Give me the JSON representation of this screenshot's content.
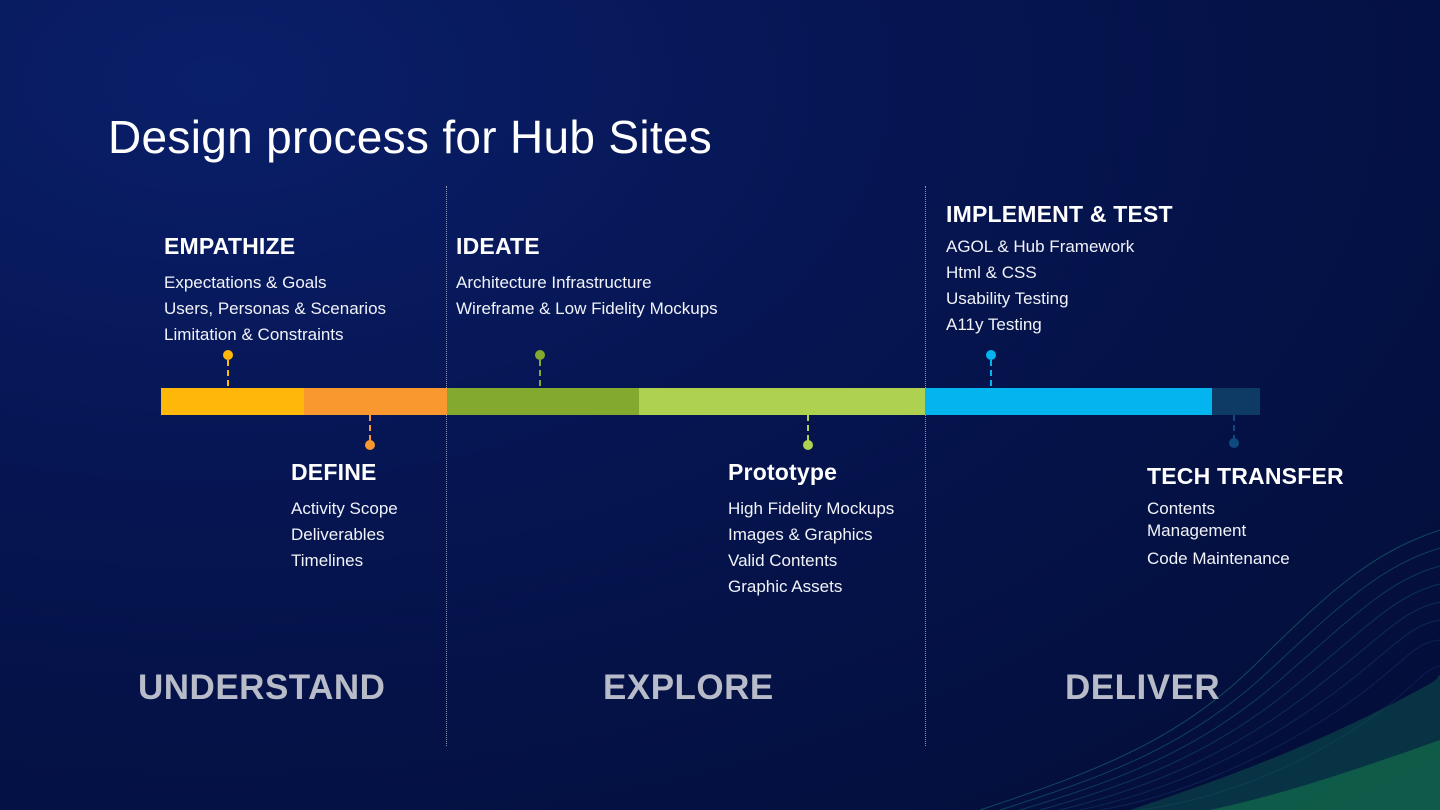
{
  "title": "Design process for Hub Sites",
  "colors": {
    "empathize": "#ffb80a",
    "define": "#f8982e",
    "ideate": "#84a92f",
    "prototype": "#aed24f",
    "implement": "#03b4ef",
    "tech_transfer": "#0e3a66"
  },
  "stages": {
    "empathize": {
      "heading": "EMPATHIZE",
      "items": [
        "Expectations & Goals",
        "Users, Personas & Scenarios",
        "Limitation & Constraints"
      ]
    },
    "define": {
      "heading": "DEFINE",
      "items": [
        "Activity Scope",
        "Deliverables",
        "Timelines"
      ]
    },
    "ideate": {
      "heading": "IDEATE",
      "items": [
        "Architecture Infrastructure",
        "Wireframe & Low Fidelity Mockups"
      ]
    },
    "prototype": {
      "heading": "Prototype",
      "items": [
        "High Fidelity Mockups",
        "Images & Graphics",
        "Valid Contents",
        "Graphic Assets"
      ]
    },
    "implement": {
      "heading": "IMPLEMENT & TEST",
      "items": [
        "AGOL & Hub Framework",
        "Html & CSS",
        "Usability Testing",
        "A11y Testing"
      ]
    },
    "tech_transfer": {
      "heading": "TECH TRANSFER",
      "items": [
        "Contents",
        "Management",
        "Code Maintenance"
      ]
    }
  },
  "phases": {
    "understand": "UNDERSTAND",
    "explore": "EXPLORE",
    "deliver": "DELIVER"
  }
}
